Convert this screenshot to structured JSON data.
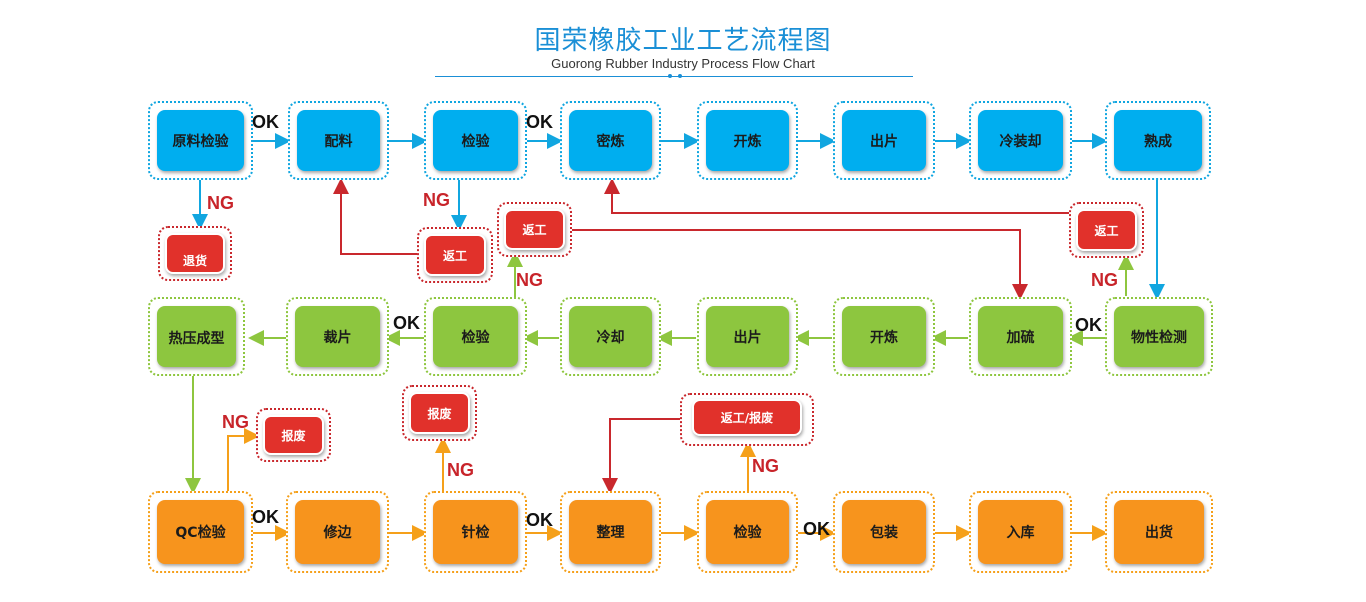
{
  "header": {
    "title": "国荣橡胶工业工艺流程图",
    "subtitle": "Guorong Rubber Industry Process Flow Chart"
  },
  "colors": {
    "blue": "#00aeef",
    "green": "#8dc63f",
    "orange": "#f7941d",
    "red": "#e1312b",
    "title": "#1a8fd6"
  },
  "row1": [
    "原料检验",
    "配料",
    "检验",
    "密炼",
    "开炼",
    "出片",
    "冷装却",
    "熟成"
  ],
  "row2": [
    "热压成型",
    "裁片",
    "检验",
    "冷却",
    "出片",
    "开炼",
    "加硫",
    "物性检测"
  ],
  "row3": [
    "QC检验",
    "修边",
    "针检",
    "整理",
    "检验",
    "包装",
    "入库",
    "出货"
  ],
  "red_boxes": {
    "tuihuo": "退货",
    "fangong_1": "返工",
    "fangong_2": "返工",
    "fangong_3": "返工",
    "baofei_1": "报废",
    "baofei_2": "报废",
    "fangong_baofei": "返工/报废"
  },
  "labels": {
    "ok": "OK",
    "ng": "NG"
  }
}
